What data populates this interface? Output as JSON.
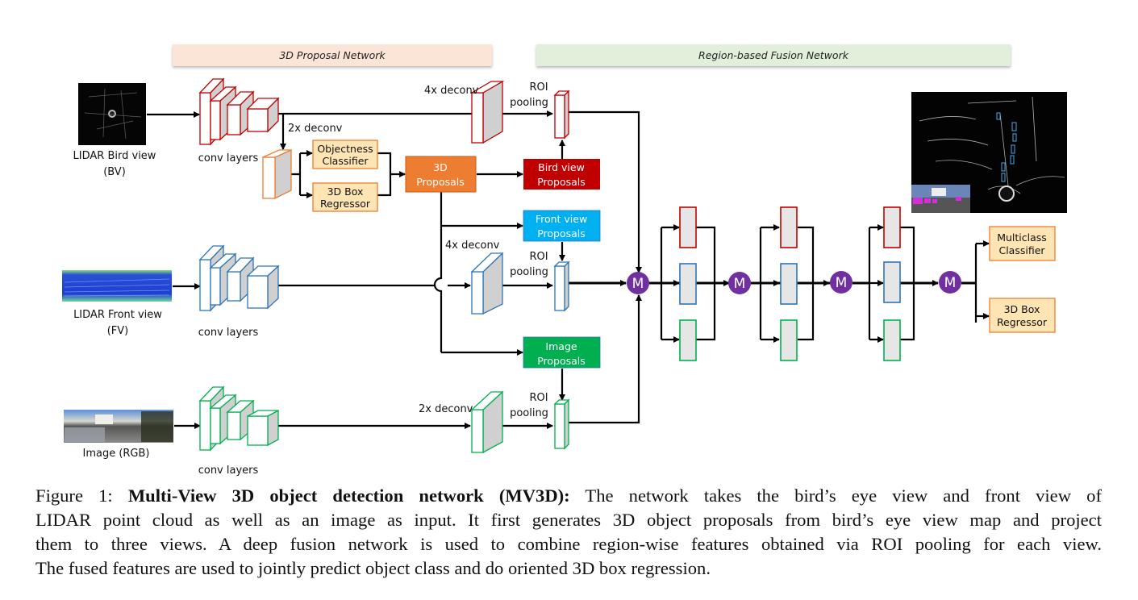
{
  "headers": {
    "proposal_network": "3D Proposal Network",
    "fusion_network": "Region-based Fusion Network"
  },
  "inputs": {
    "bird_view": {
      "line1": "LIDAR Bird view",
      "line2": "(BV)"
    },
    "front_view": {
      "line1": "LIDAR Front view",
      "line2": "(FV)"
    },
    "image": {
      "line1": "Image (RGB)"
    }
  },
  "labels": {
    "conv_layers": "conv layers",
    "deconv_2x": "2x deconv",
    "deconv_4x": "4x deconv",
    "roi": "ROI",
    "pooling": "pooling",
    "merge": "M"
  },
  "boxes": {
    "objectness": {
      "line1": "Objectness",
      "line2": "Classifier"
    },
    "box_regressor": {
      "line1": "3D Box",
      "line2": "Regressor"
    },
    "proposals_3d": {
      "line1": "3D",
      "line2": "Proposals"
    },
    "bird_view_proposals": {
      "line1": "Bird view",
      "line2": "Proposals"
    },
    "front_view_proposals": {
      "line1": "Front view",
      "line2": "Proposals"
    },
    "image_proposals": {
      "line1": "Image",
      "line2": "Proposals"
    },
    "multiclass": {
      "line1": "Multiclass",
      "line2": "Classifier"
    },
    "final_regressor": {
      "line1": "3D Box",
      "line2": "Regressor"
    }
  },
  "colors": {
    "bird_view": "#c00000",
    "front_view": "#2e75b6",
    "image": "#00b050",
    "orange": "#ed7d31",
    "light_orange": "#ffe5b4",
    "merge_purple": "#7030a0",
    "proposal_header_bg": "#fbe5d6",
    "fusion_header_bg": "#e2efda",
    "front_view_box": "#00b0f0",
    "image_box": "#00b050"
  },
  "caption": {
    "prefix": "Figure 1: ",
    "title": "Multi-View 3D object detection network (MV3D):",
    "line1_rest": " The network takes the bird’s eye view and front view of",
    "line2": "LIDAR point cloud as well as an image as input. It first generates 3D object proposals from bird’s eye view map and project",
    "line3": "them to three views. A deep fusion network is used to combine region-wise features obtained via ROI pooling for each view.",
    "line4": "The fused features are used to jointly predict object class and do oriented 3D box regression."
  }
}
